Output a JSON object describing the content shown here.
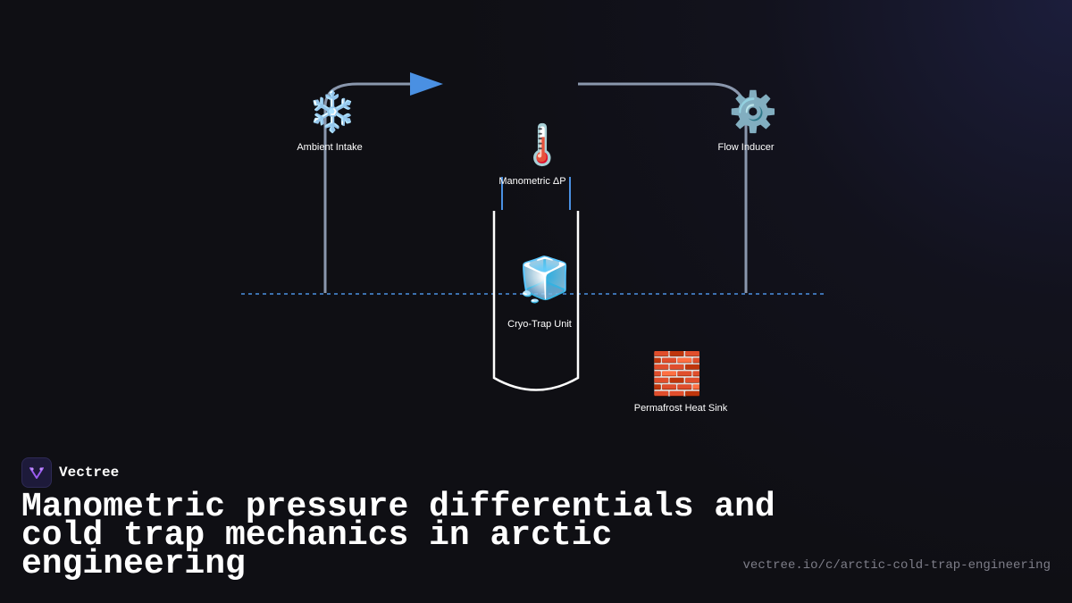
{
  "diagram": {
    "nodes": [
      {
        "id": "ambient-intake",
        "label": "Ambient Intake",
        "icon": "snowflake-icon",
        "glyph": "❄️"
      },
      {
        "id": "manometric",
        "label": "Manometric ΔP",
        "icon": "thermometer-icon",
        "glyph": "🌡️"
      },
      {
        "id": "flow-inducer",
        "label": "Flow Inducer",
        "icon": "gear-icon",
        "glyph": "⚙️"
      },
      {
        "id": "cryo-trap",
        "label": "Cryo-Trap Unit",
        "icon": "ice-cube-icon",
        "glyph": "🧊"
      },
      {
        "id": "heat-sink",
        "label": "Permafrost Heat Sink",
        "icon": "brick-icon",
        "glyph": "🧱"
      }
    ],
    "colors": {
      "pipe": "#8a97ad",
      "arrow": "#4a90e2",
      "dashed": "#4a90e2",
      "trap": "#ffffff",
      "connector": "#4a90e2"
    }
  },
  "brand": {
    "name": "Vectree",
    "logo_icon": "vectree-logo-icon"
  },
  "title": "Manometric pressure differentials and cold trap mechanics in arctic engineering",
  "url": "vectree.io/c/arctic-cold-trap-engineering"
}
